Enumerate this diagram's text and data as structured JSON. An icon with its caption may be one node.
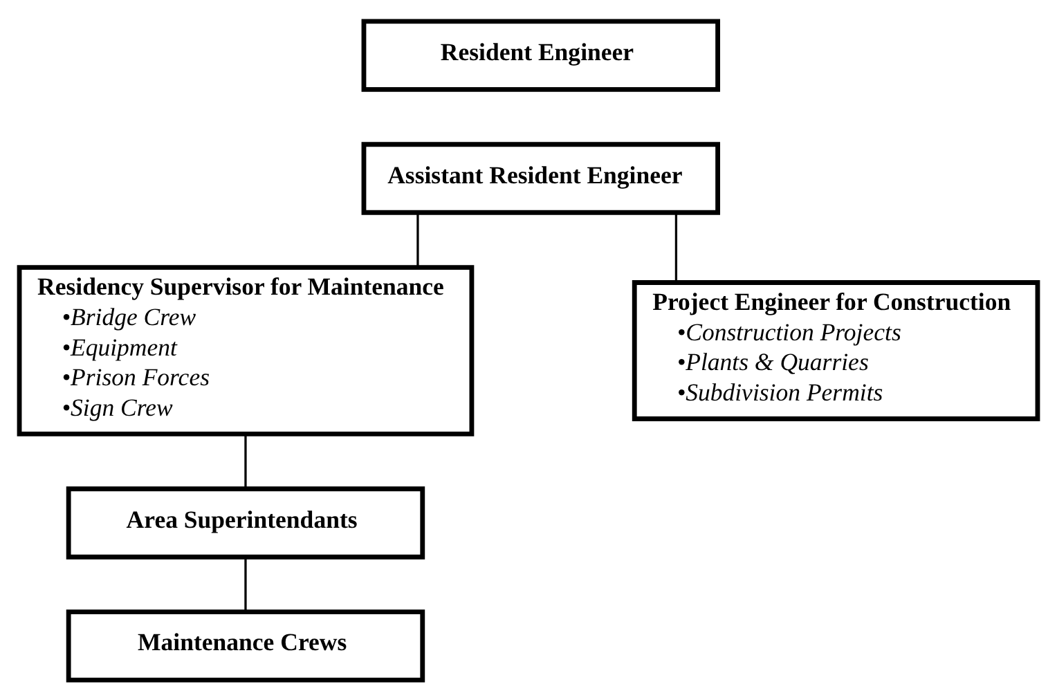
{
  "diagram": {
    "nodes": [
      {
        "text": [
          "Resident Engineer"
        ]
      },
      {
        "text": [
          "Assistant Resident Engineer"
        ]
      },
      {
        "text": [
          "Residency Supervisor for Maintenance",
          "•Bridge Crew",
          "•Equipment",
          "•Prison Forces",
          "•Sign Crew"
        ]
      },
      {
        "text": [
          "Project Engineer for Construction",
          "•Construction Projects",
          "•Plants & Quarries",
          "•Subdivision Permits"
        ]
      },
      {
        "text": [
          "Area Superintendants"
        ]
      },
      {
        "text": [
          "Maintenance Crews"
        ]
      }
    ],
    "edges": [
      {
        "from": 1,
        "to": 2,
        "arrow": "none"
      },
      {
        "from": 1,
        "to": 3,
        "arrow": "none"
      },
      {
        "from": 2,
        "to": 4,
        "arrow": "none"
      },
      {
        "from": 4,
        "to": 5,
        "arrow": "none"
      }
    ]
  }
}
